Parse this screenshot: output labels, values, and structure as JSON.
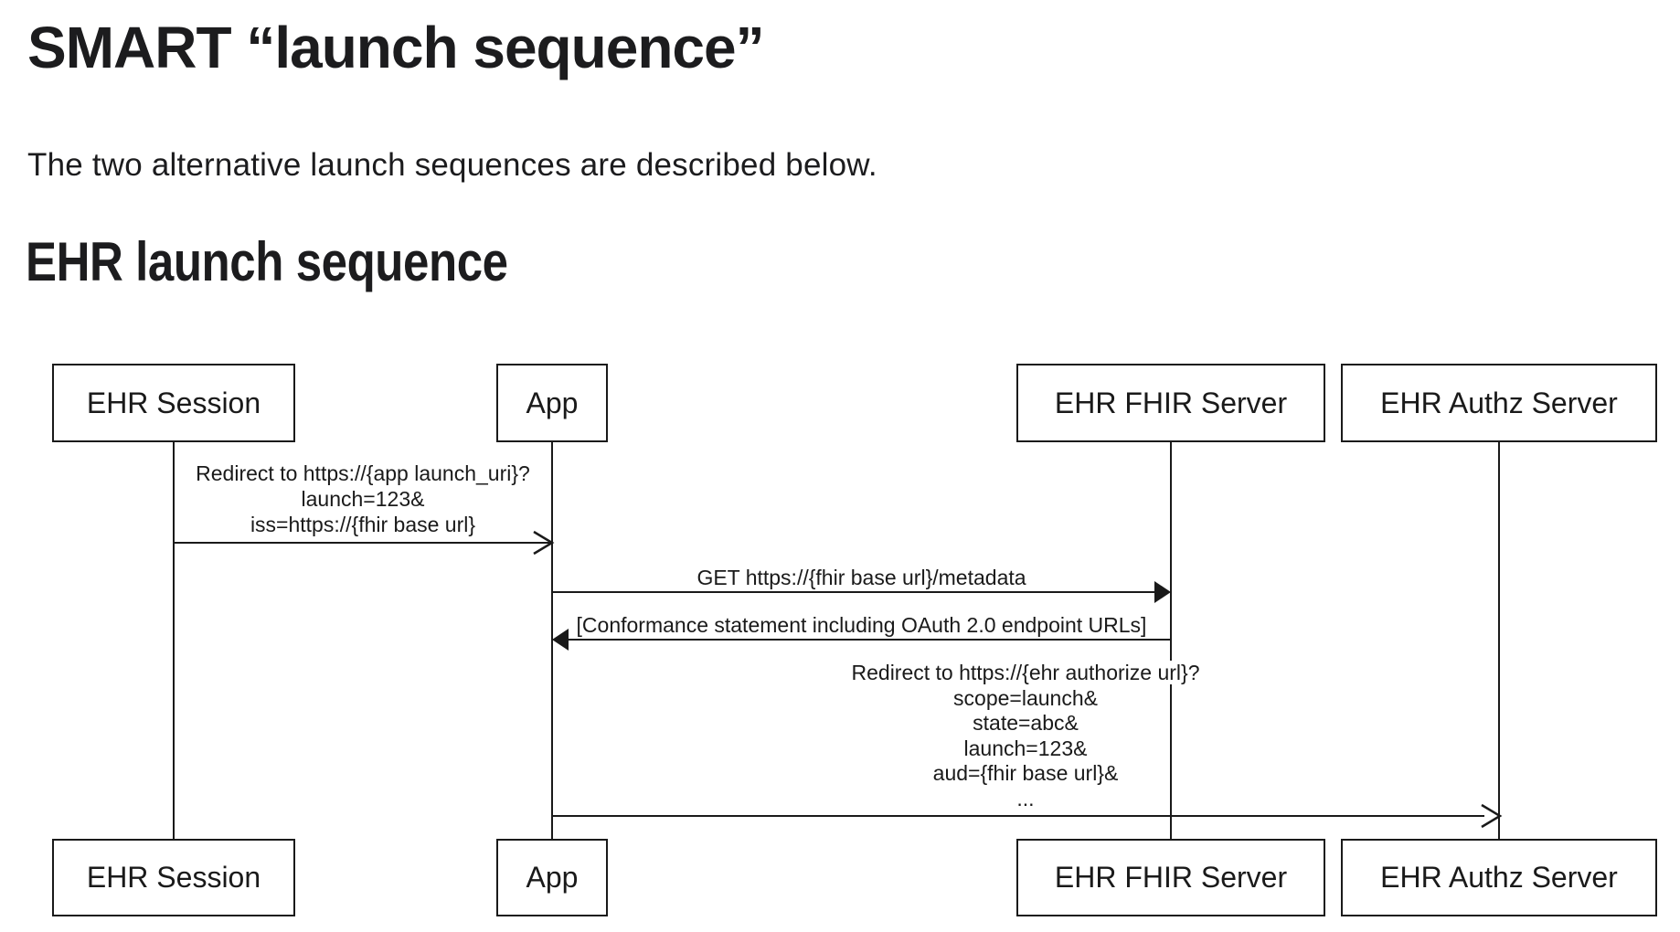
{
  "page": {
    "title": "SMART “launch sequence”",
    "intro": "The two alternative launch sequences are described below.",
    "section_heading": "EHR launch sequence"
  },
  "diagram": {
    "type": "uml-sequence",
    "colors": {
      "line": "#1a1a1a",
      "text": "#1a1a1a",
      "background": "#ffffff"
    },
    "actors": [
      {
        "label": "EHR Session"
      },
      {
        "label": "App"
      },
      {
        "label": "EHR FHIR Server"
      },
      {
        "label": "EHR Authz Server"
      }
    ],
    "messages": [
      {
        "from": "EHR Session",
        "to": "App",
        "arrowhead": "open",
        "lines": [
          "Redirect to https://{app launch_uri}?",
          "launch=123&",
          "iss=https://{fhir base url}"
        ]
      },
      {
        "from": "App",
        "to": "EHR FHIR Server",
        "arrowhead": "filled",
        "lines": [
          "GET https://{fhir base url}/metadata"
        ]
      },
      {
        "from": "EHR FHIR Server",
        "to": "App",
        "arrowhead": "filled",
        "lines": [
          "[Conformance statement including OAuth 2.0 endpoint URLs]"
        ]
      },
      {
        "from": "App",
        "to": "EHR Authz Server",
        "arrowhead": "open",
        "lines": [
          "Redirect to https://{ehr authorize url}?",
          "scope=launch&",
          "state=abc&",
          "launch=123&",
          "aud={fhir base url}&",
          "..."
        ]
      }
    ]
  }
}
